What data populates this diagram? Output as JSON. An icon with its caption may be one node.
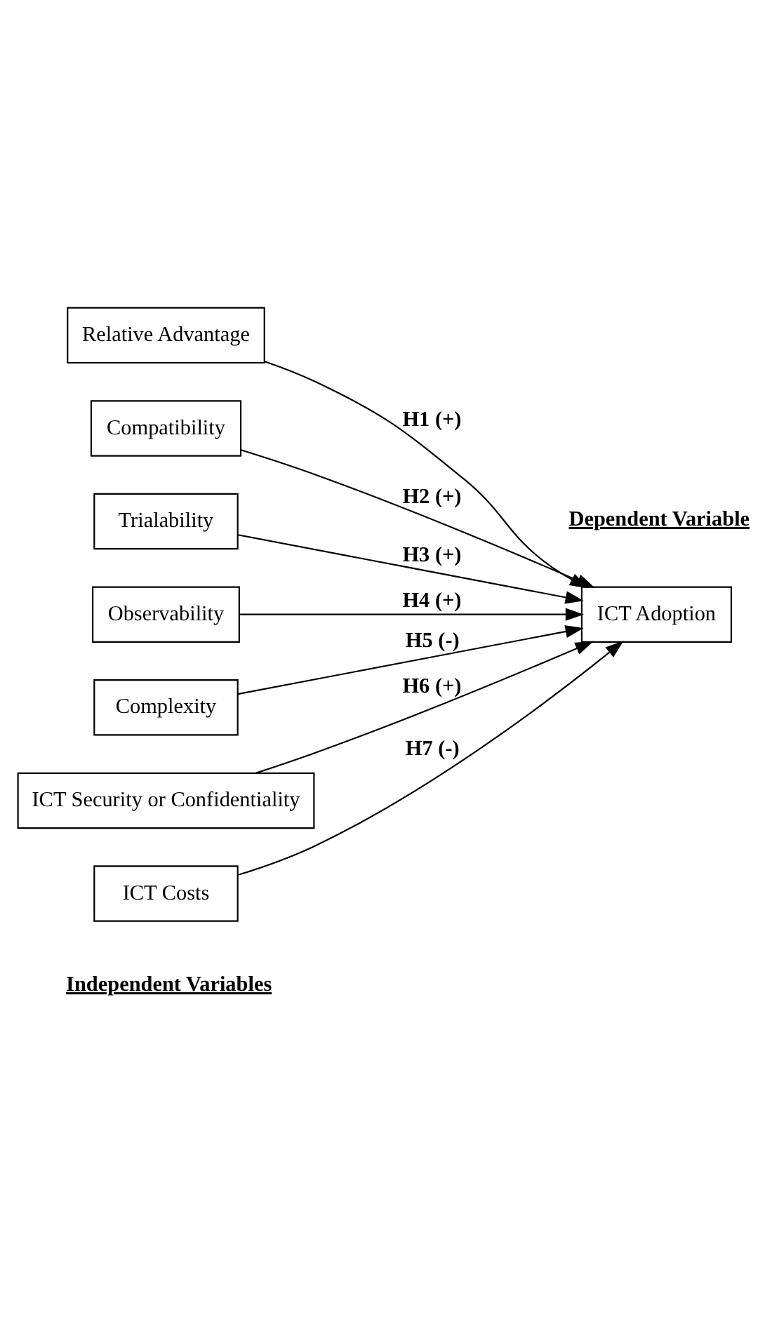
{
  "diagram": {
    "nodes": [
      {
        "text": [
          "Relative Advantage"
        ]
      },
      {
        "text": [
          "Compatibility"
        ]
      },
      {
        "text": [
          "Trialability"
        ]
      },
      {
        "text": [
          "Observability"
        ]
      },
      {
        "text": [
          "Complexity"
        ]
      },
      {
        "text": [
          "ICT Security or Confidentiality"
        ]
      },
      {
        "text": [
          "ICT Costs"
        ]
      },
      {
        "text": [
          "ICT Adoption"
        ]
      }
    ],
    "edges": [
      {
        "from": 0,
        "to": 7,
        "arrow": "to",
        "label": "H1 (+)"
      },
      {
        "from": 1,
        "to": 7,
        "arrow": "to",
        "label": "H2 (+)"
      },
      {
        "from": 2,
        "to": 7,
        "arrow": "to",
        "label": "H3 (+)"
      },
      {
        "from": 3,
        "to": 7,
        "arrow": "to",
        "label": "H4 (+)"
      },
      {
        "from": 4,
        "to": 7,
        "arrow": "to",
        "label": "H5 (-)"
      },
      {
        "from": 5,
        "to": 7,
        "arrow": "to",
        "label": "H6 (+)"
      },
      {
        "from": 6,
        "to": 7,
        "arrow": "to",
        "label": "H7 (-)"
      }
    ],
    "labels": [
      "Independent Variables",
      "Dependent Variable"
    ]
  }
}
